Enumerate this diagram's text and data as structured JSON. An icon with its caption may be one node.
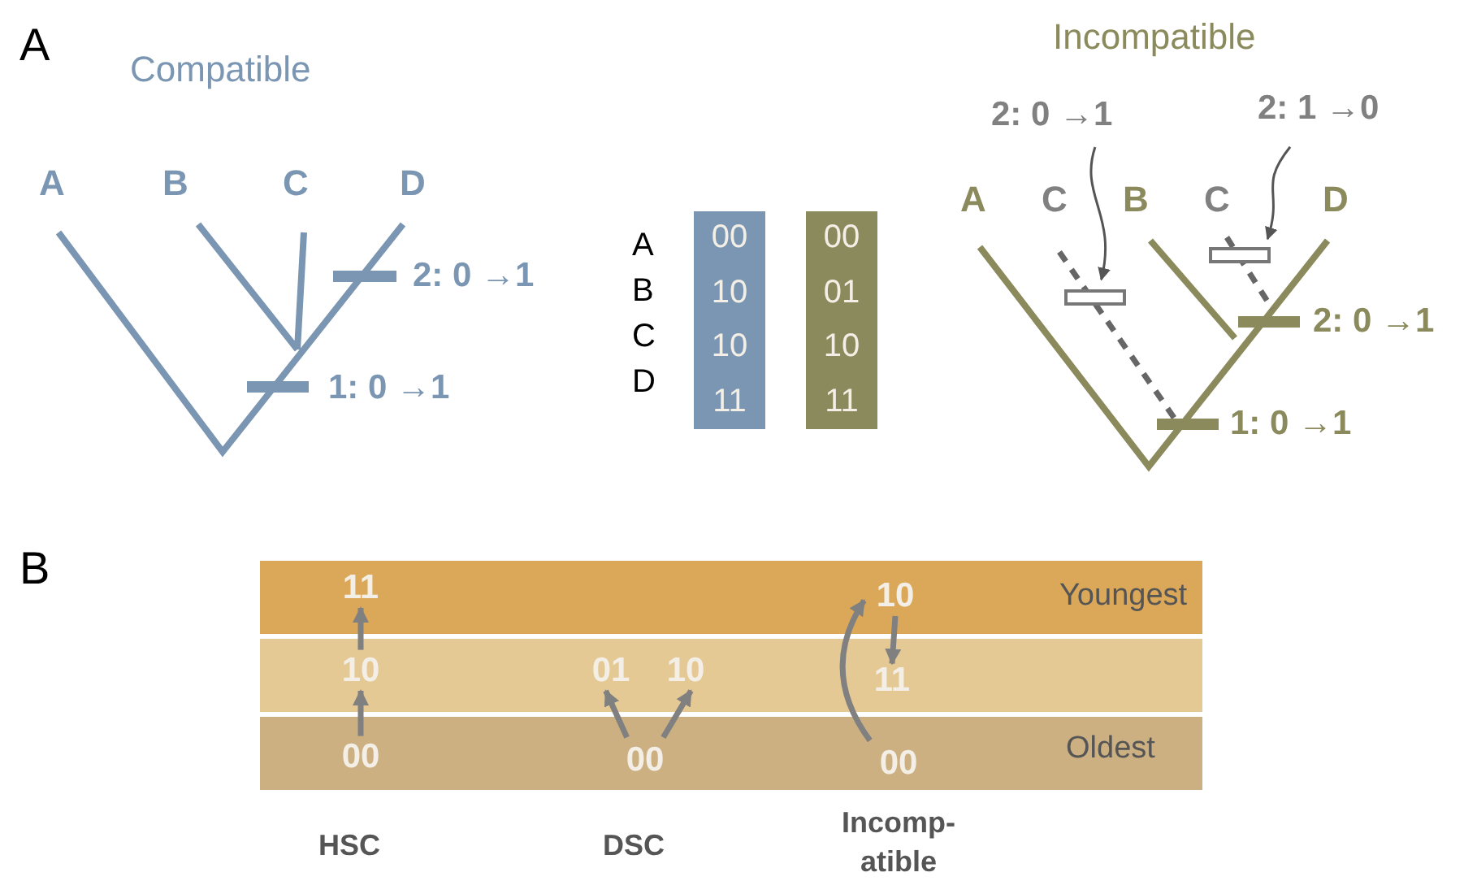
{
  "diagram": {
    "nodes": [
      {
        "text": [
          "00",
          "10",
          "10",
          "11"
        ]
      },
      {
        "text": [
          "00",
          "01",
          "10",
          "11"
        ]
      },
      {
        "text": [
          "2: 0 →1"
        ]
      },
      {
        "text": [],
        "shape": "box"
      },
      {
        "text": [
          "2: 1 →0"
        ]
      },
      {
        "text": [],
        "shape": "box"
      },
      {
        "text": [],
        "shape": "bar",
        "beside": [
          "Youngest"
        ]
      },
      {
        "text": [],
        "shape": "bar"
      },
      {
        "text": [],
        "shape": "bar",
        "beside": [
          "Oldest"
        ]
      },
      {
        "text": [
          "11"
        ],
        "in": 6
      },
      {
        "text": [
          "10"
        ],
        "in": 7
      },
      {
        "text": [
          "00"
        ],
        "in": 8
      },
      {
        "text": [
          "01"
        ],
        "in": 7
      },
      {
        "text": [
          "10"
        ],
        "in": 7
      },
      {
        "text": [
          "00"
        ],
        "in": 8
      },
      {
        "text": [
          "10"
        ],
        "in": 6
      },
      {
        "text": [
          "11"
        ],
        "in": 7
      },
      {
        "text": [
          "00"
        ],
        "in": 8
      }
    ],
    "edges": [
      {
        "from": 2,
        "to": 3,
        "arrow": "to"
      },
      {
        "from": 4,
        "to": 5,
        "arrow": "to"
      },
      {
        "from": 11,
        "to": 10,
        "arrow": "to"
      },
      {
        "from": 10,
        "to": 9,
        "arrow": "to"
      },
      {
        "from": 14,
        "to": 12,
        "arrow": "to"
      },
      {
        "from": 14,
        "to": 13,
        "arrow": "to"
      },
      {
        "from": 17,
        "to": 15,
        "arrow": "to"
      },
      {
        "from": 15,
        "to": 16,
        "arrow": "to"
      }
    ],
    "labels": [
      "A",
      "Compatible",
      "Incompatible",
      "A",
      "B",
      "C",
      "D",
      "2: 0 →1",
      "1: 0 →1",
      "A",
      "B",
      "C",
      "D",
      "A",
      "C",
      "B",
      "C",
      "D",
      "2: 0 →1",
      "1: 0 →1",
      "B",
      "HSC",
      "DSC",
      "Incomp- atible"
    ]
  }
}
